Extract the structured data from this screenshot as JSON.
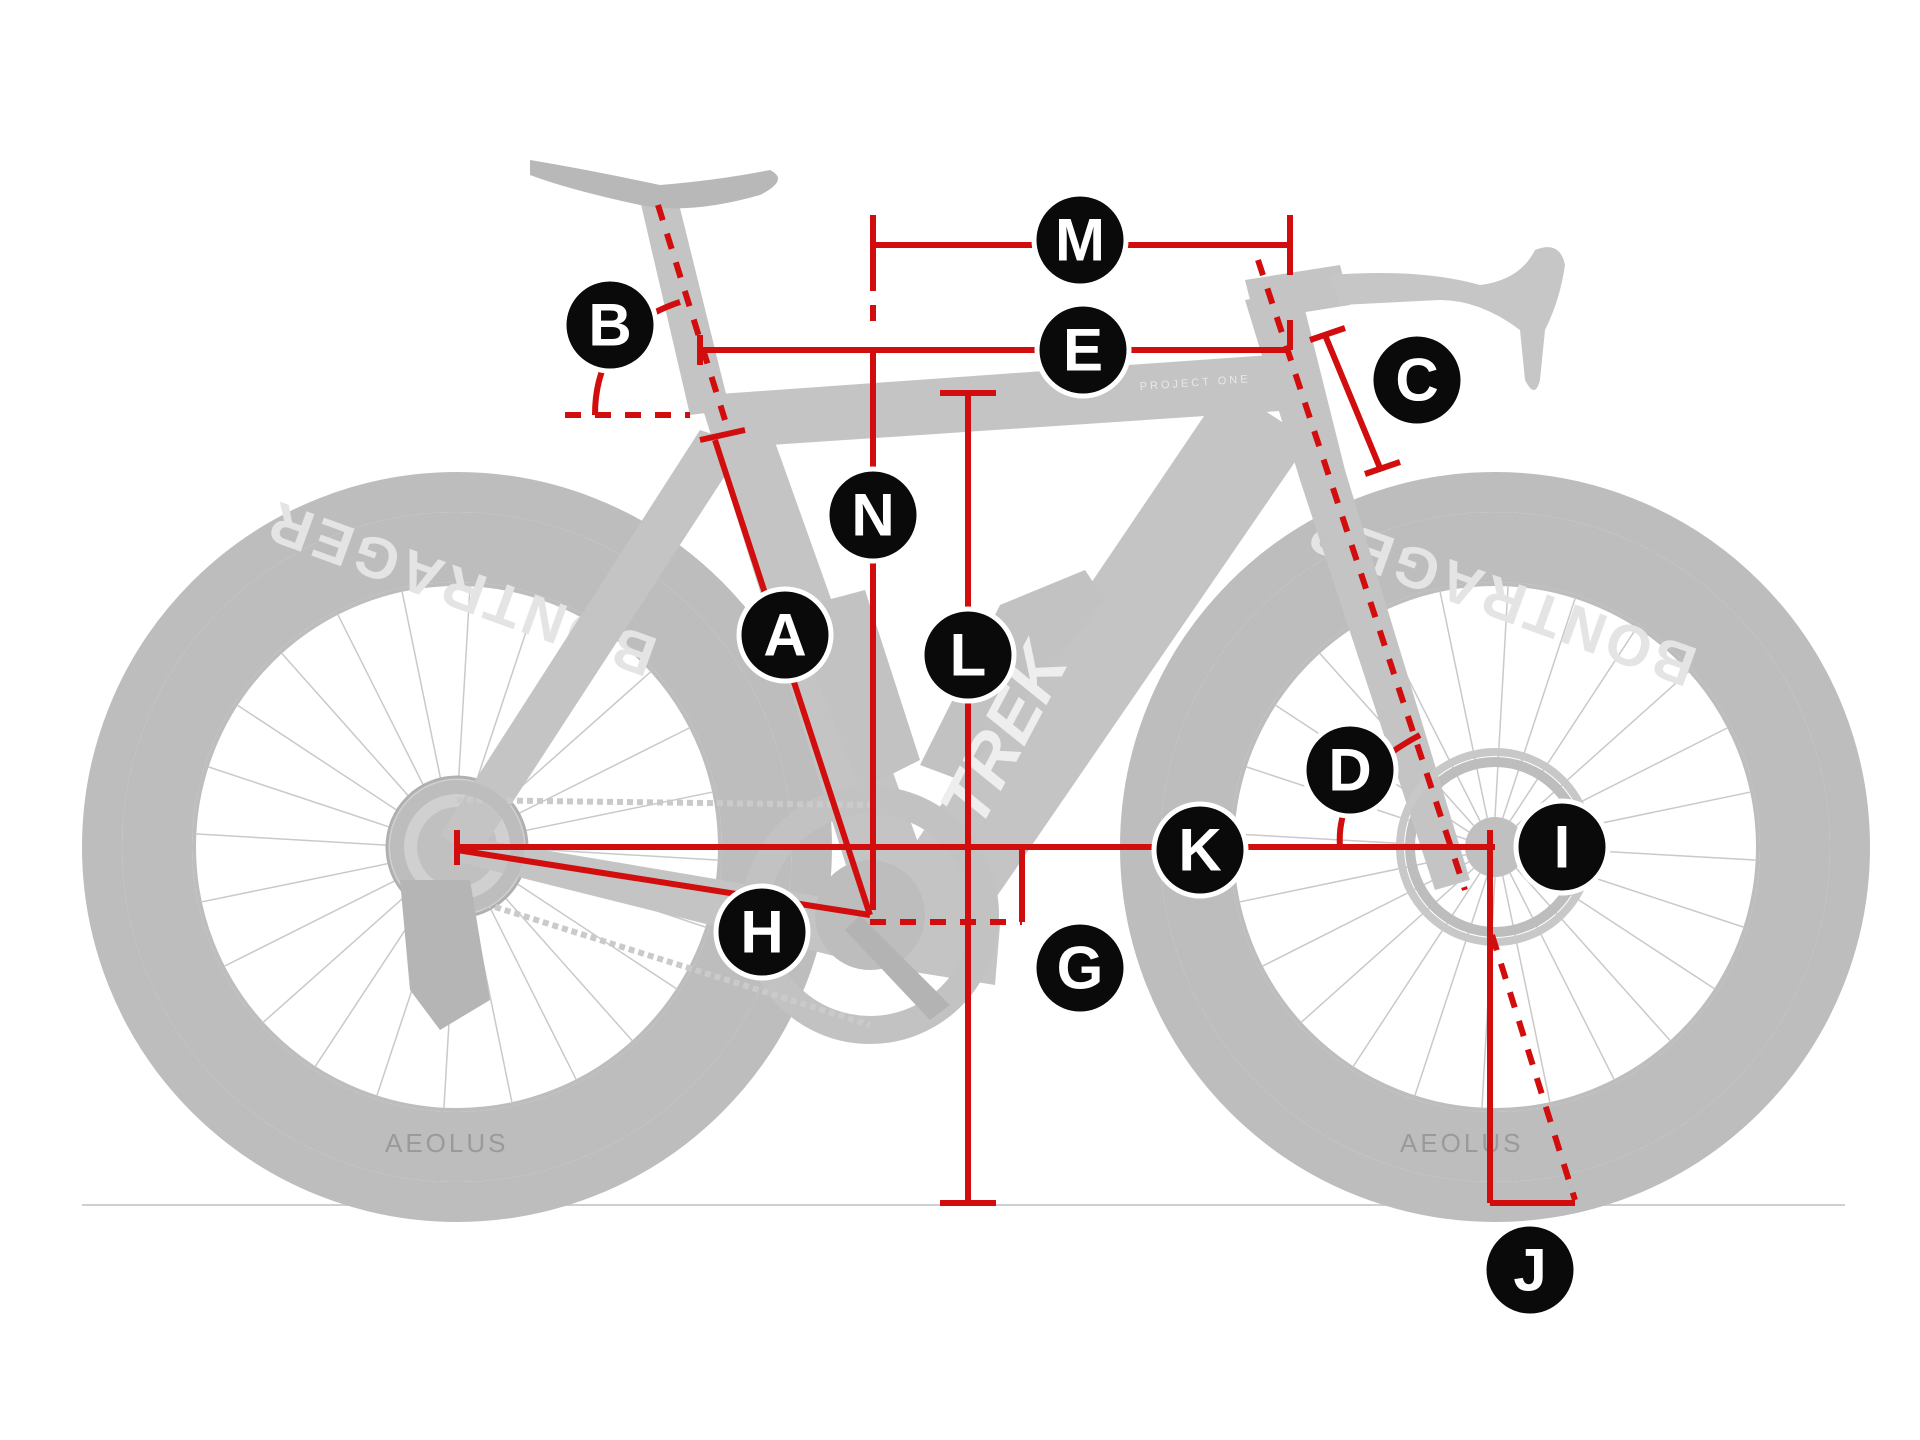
{
  "labels": {
    "A": "A",
    "B": "B",
    "C": "C",
    "D": "D",
    "E": "E",
    "G": "G",
    "H": "H",
    "I": "I",
    "J": "J",
    "K": "K",
    "L": "L",
    "M": "M",
    "N": "N"
  },
  "bike": {
    "tire_brand": "BONTRAGER",
    "rim_model": "AEOLUS",
    "frame_brand": "TREK",
    "frame_model": "PROJECT ONE"
  },
  "colors": {
    "dimension": "#d10d0d",
    "badge": "#0a0a0a",
    "bike": "#bdbdbd"
  }
}
